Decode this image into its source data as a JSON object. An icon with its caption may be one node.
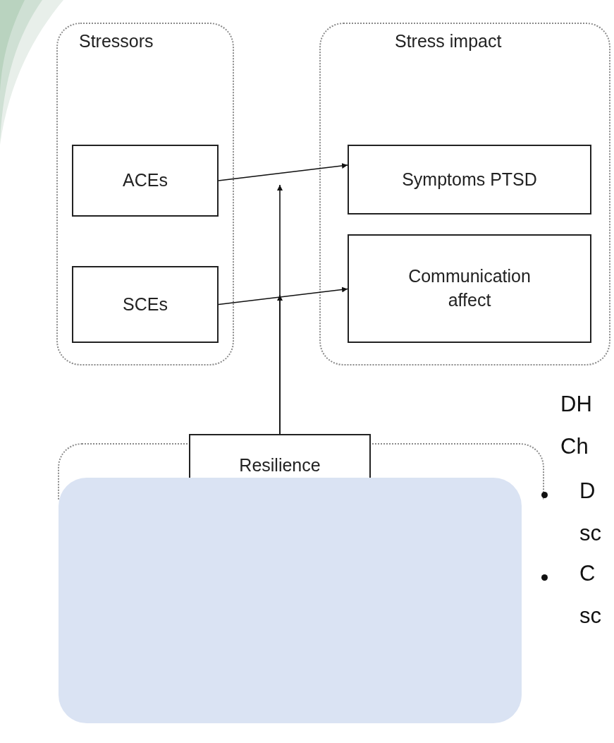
{
  "diagram": {
    "nodes": [
      {
        "text": [
          "Stressors"
        ]
      },
      {
        "text": [
          "ACEs"
        ],
        "in": 0
      },
      {
        "text": [
          "SCEs"
        ],
        "in": 0
      },
      {
        "text": [
          "Stress impact"
        ]
      },
      {
        "text": [
          "Symptoms PTSD"
        ],
        "in": 3
      },
      {
        "text": [
          "Communication affect"
        ],
        "in": 3
      },
      {
        "text": [],
        "shape": "box"
      },
      {
        "text": [
          "Resilience"
        ]
      }
    ],
    "edges": [
      {
        "from": 1,
        "to": 4,
        "arrow": "to"
      },
      {
        "from": 2,
        "to": 5,
        "arrow": "to"
      },
      {
        "from": 7,
        "to": null,
        "arrow": "to"
      },
      {
        "from": 7,
        "to": null,
        "arrow": "to"
      }
    ],
    "labels": [
      "DH",
      "Ch",
      "D",
      "sc",
      "C",
      "sc"
    ]
  }
}
